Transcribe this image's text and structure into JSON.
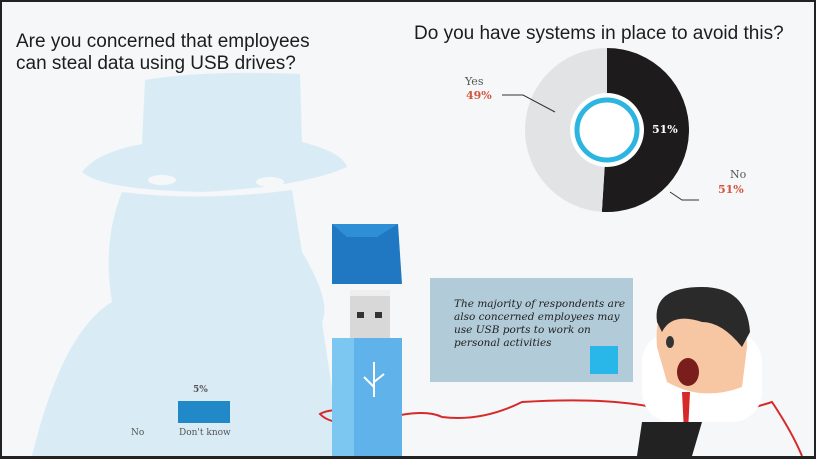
{
  "left_question": "Are you concerned that employees can steal data using USB drives?",
  "right_question": "Do you have systems in place to avoid this?",
  "callout_text": "The majority of respondents are also concerned employees may use USB ports to work on personal activities",
  "colors": {
    "yes": "#e2e3e5",
    "no": "#1e1b1c",
    "ring": "#2cb5e0",
    "pct": "#d4553e",
    "bar": "#2289c8"
  },
  "chart_data": [
    {
      "type": "pie",
      "title": "Do you have systems in place to avoid this?",
      "labels": [
        "Yes",
        "No"
      ],
      "values": [
        49,
        51
      ],
      "display": {
        "yes_pct": "49%",
        "no_pct": "51%",
        "center_pct": "51%"
      }
    },
    {
      "type": "bar",
      "title": "Are you concerned that employees can steal data using USB drives?",
      "categories": [
        "No",
        "Don't know"
      ],
      "values": [
        null,
        5
      ],
      "data_labels": [
        "",
        "5%"
      ]
    }
  ]
}
